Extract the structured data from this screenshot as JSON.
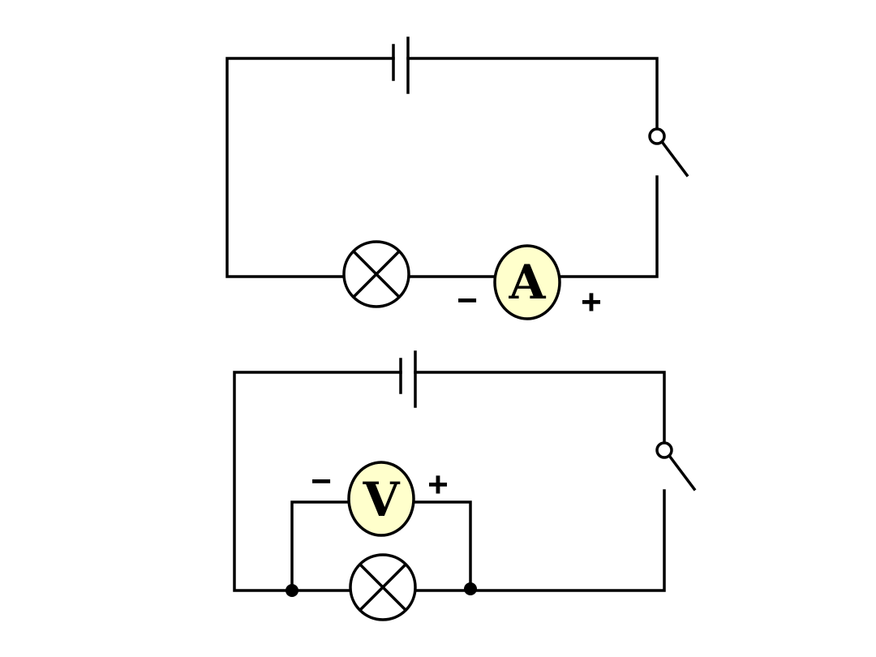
{
  "colors": {
    "wire": "#000000",
    "meter_fill": "#ffffcc",
    "background": "#ffffff"
  },
  "circuit_ammeter": {
    "meter_label": "A",
    "negative_terminal": "−",
    "positive_terminal": "+",
    "components": [
      "battery",
      "switch",
      "lamp",
      "ammeter"
    ]
  },
  "circuit_voltmeter": {
    "meter_label": "V",
    "negative_terminal": "−",
    "positive_terminal": "+",
    "components": [
      "battery",
      "switch",
      "lamp",
      "voltmeter"
    ]
  }
}
